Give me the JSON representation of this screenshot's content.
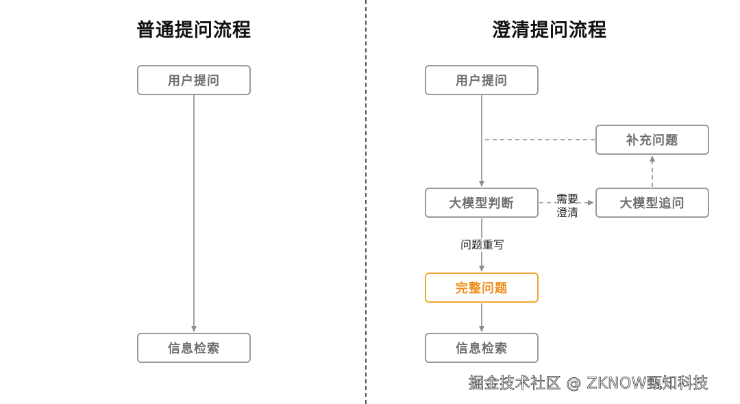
{
  "left_panel": {
    "title": "普通提问流程",
    "nodes": {
      "user_question": "用户提问",
      "retrieval": "信息检索"
    }
  },
  "right_panel": {
    "title": "澄清提问流程",
    "nodes": {
      "user_question": "用户提问",
      "supplement_question": "补充问题",
      "llm_judge": "大模型判断",
      "llm_followup": "大模型追问",
      "complete_question": "完整问题",
      "retrieval": "信息检索"
    },
    "edge_labels": {
      "needs_clarification_line1": "需要",
      "needs_clarification_line2": "澄清",
      "question_rewrite": "问题重写"
    }
  },
  "watermark": "掘金技术社区 @ ZKNOW甄知科技",
  "colors": {
    "box_border": "#9a9a9a",
    "box_text": "#6e6e6e",
    "highlight": "#f2a52e",
    "arrow": "#8c8c8c",
    "divider": "#555555"
  }
}
